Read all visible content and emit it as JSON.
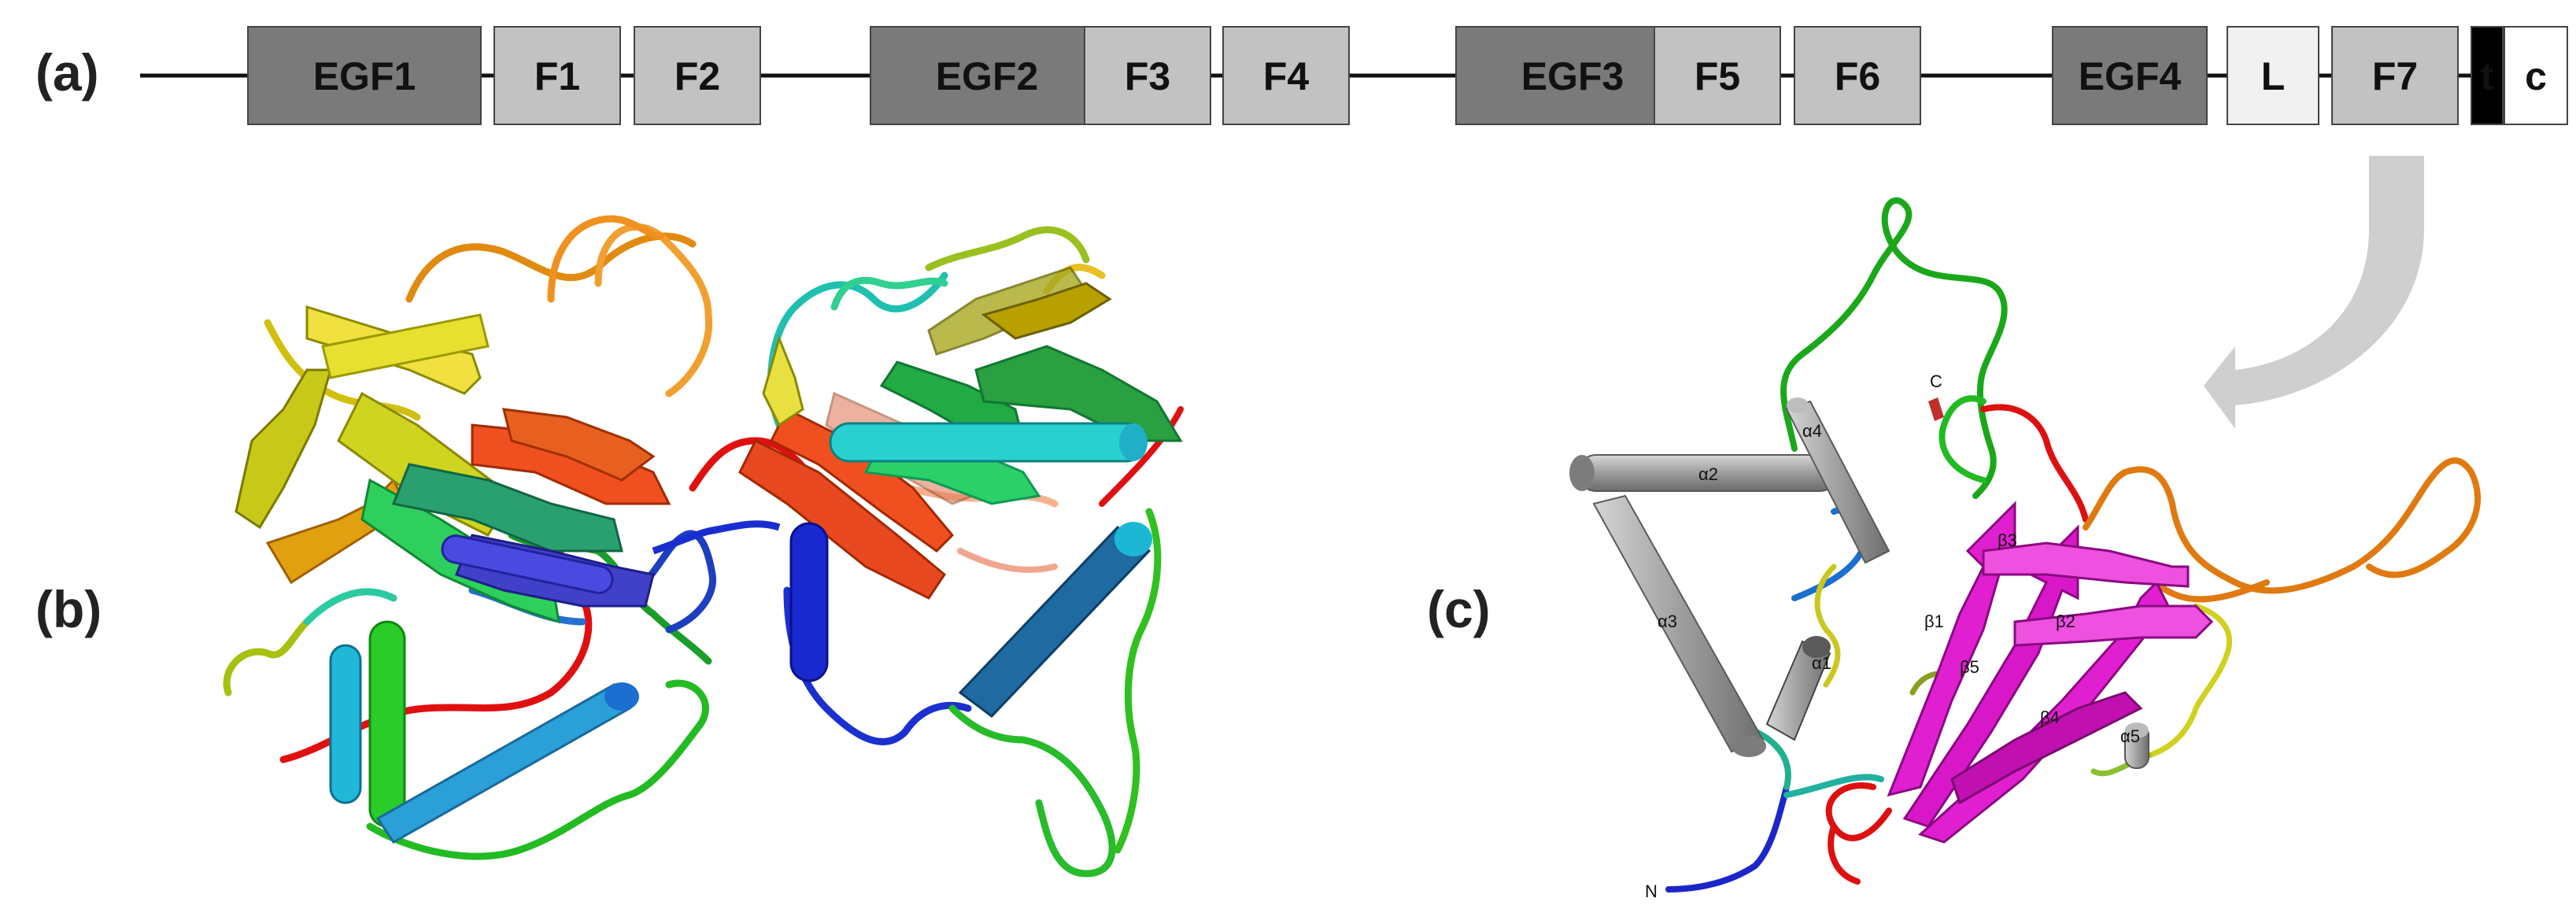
{
  "panels": {
    "a": "(a)",
    "b": "(b)",
    "c": "(c)"
  },
  "domains": [
    {
      "label": "EGF1",
      "kind": "egf"
    },
    {
      "label": "F1",
      "kind": "f"
    },
    {
      "label": "F2",
      "kind": "f"
    },
    {
      "label": "EGF2",
      "kind": "egf"
    },
    {
      "label": "F3",
      "kind": "f"
    },
    {
      "label": "F4",
      "kind": "f"
    },
    {
      "label": "EGF3",
      "kind": "egf"
    },
    {
      "label": "F5",
      "kind": "f"
    },
    {
      "label": "F6",
      "kind": "f"
    },
    {
      "label": "EGF4",
      "kind": "egf"
    },
    {
      "label": "L",
      "kind": "l"
    },
    {
      "label": "F7",
      "kind": "f"
    },
    {
      "label": "t",
      "kind": "t"
    },
    {
      "label": "c",
      "kind": "c"
    }
  ],
  "structure_labels": {
    "alpha1": "α1",
    "alpha2": "α2",
    "alpha3": "α3",
    "alpha4": "α4",
    "alpha5": "α5",
    "beta1": "β1",
    "beta2": "β2",
    "beta3": "β3",
    "beta4": "β4",
    "beta5": "β5",
    "n_term": "N",
    "c_term": "C"
  },
  "colors": {
    "egf": "#7a7a7a",
    "f": "#c2c2c2",
    "l": "#f1f1f1",
    "t": "#000000",
    "c": "#ffffff",
    "helix_gray": "#9a9a9a",
    "sheet_magenta": "#e020d0",
    "arrow_gray": "#cfcfcf"
  }
}
